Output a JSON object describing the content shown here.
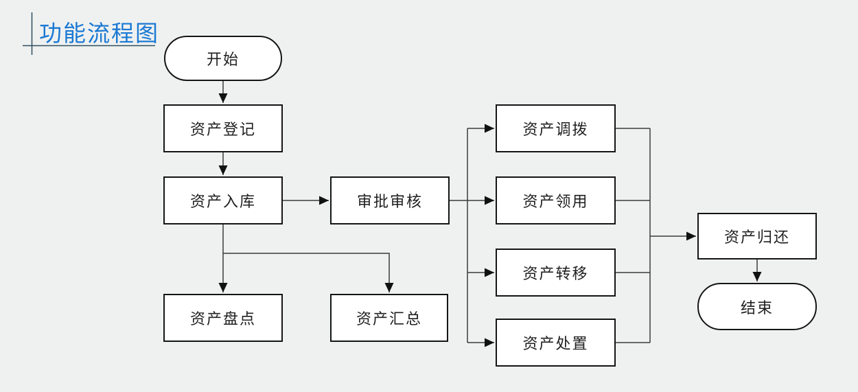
{
  "page": {
    "background_color": "#eff1f0"
  },
  "header": {
    "title": "功能流程图",
    "title_color": "#1b79d3",
    "crosshair_color": "#2e4d5f"
  },
  "flowchart": {
    "colors": {
      "node_fill": "#ffffff",
      "node_border": "#141414",
      "connector": "#3a3a3a",
      "arrowhead": "#111111",
      "label_text": "#1f1f1f"
    },
    "nodes": {
      "start": {
        "label": "开始",
        "shape": "terminator"
      },
      "register": {
        "label": "资产登记",
        "shape": "process"
      },
      "inbound": {
        "label": "资产入库",
        "shape": "process"
      },
      "approval": {
        "label": "审批审核",
        "shape": "process"
      },
      "allocate": {
        "label": "资产调拨",
        "shape": "process"
      },
      "requisition": {
        "label": "资产领用",
        "shape": "process"
      },
      "transfer": {
        "label": "资产转移",
        "shape": "process"
      },
      "disposal": {
        "label": "资产处置",
        "shape": "process"
      },
      "return": {
        "label": "资产归还",
        "shape": "process"
      },
      "end": {
        "label": "结束",
        "shape": "terminator"
      },
      "inventory": {
        "label": "资产盘点",
        "shape": "process"
      },
      "summary": {
        "label": "资产汇总",
        "shape": "process"
      }
    },
    "edges": [
      {
        "from": "开始",
        "to": "资产登记"
      },
      {
        "from": "资产登记",
        "to": "资产入库"
      },
      {
        "from": "资产入库",
        "to": "审批审核"
      },
      {
        "from": "资产入库",
        "to": "资产盘点"
      },
      {
        "from": "资产入库",
        "to": "资产汇总"
      },
      {
        "from": "审批审核",
        "to": "资产调拨"
      },
      {
        "from": "审批审核",
        "to": "资产领用"
      },
      {
        "from": "审批审核",
        "to": "资产转移"
      },
      {
        "from": "审批审核",
        "to": "资产处置"
      },
      {
        "from": "资产调拨",
        "to": "资产归还"
      },
      {
        "from": "资产领用",
        "to": "资产归还"
      },
      {
        "from": "资产转移",
        "to": "资产归还"
      },
      {
        "from": "资产处置",
        "to": "资产归还"
      },
      {
        "from": "资产归还",
        "to": "结束"
      }
    ]
  }
}
